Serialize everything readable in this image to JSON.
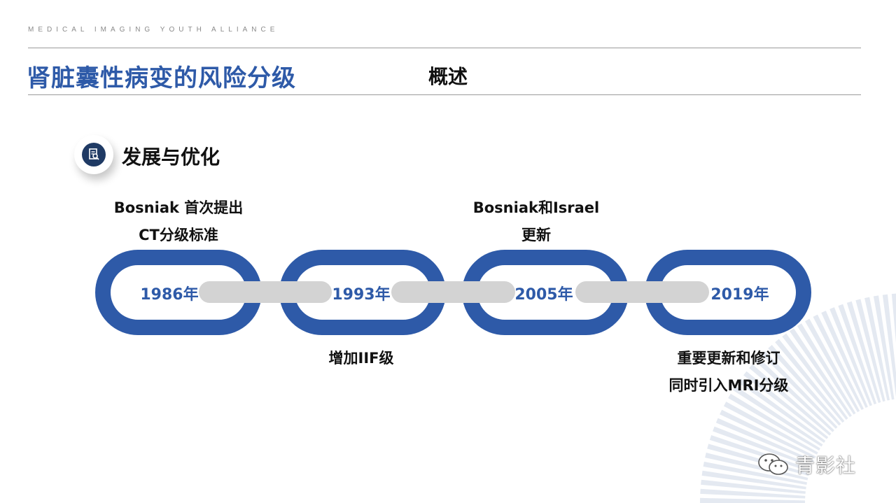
{
  "header": {
    "tagline": "MEDICAL IMAGING YOUTH ALLIANCE",
    "title": "肾脏囊性病变的风险分级",
    "subtitle": "概述"
  },
  "section": {
    "title": "发展与优化",
    "icon": "document-search-icon"
  },
  "timeline": {
    "years": [
      "1986年",
      "1993年",
      "2005年",
      "2019年"
    ],
    "notes_top": [
      {
        "line1": "Bosniak 首次提出",
        "line2": "CT分级标准"
      },
      {
        "line1": "Bosniak和Israel",
        "line2": "更新"
      }
    ],
    "notes_bottom": [
      {
        "line1": "增加IIF级",
        "line2": ""
      },
      {
        "line1": "重要更新和修订",
        "line2": "同时引入MRI分级"
      }
    ]
  },
  "watermark": {
    "text": "青影社",
    "icon": "wechat-icon"
  },
  "colors": {
    "brand_blue": "#2e5aa8",
    "link_gray": "#d3d3d3",
    "rule_gray": "#9a9a9a",
    "icon_navy": "#1f3a64"
  }
}
